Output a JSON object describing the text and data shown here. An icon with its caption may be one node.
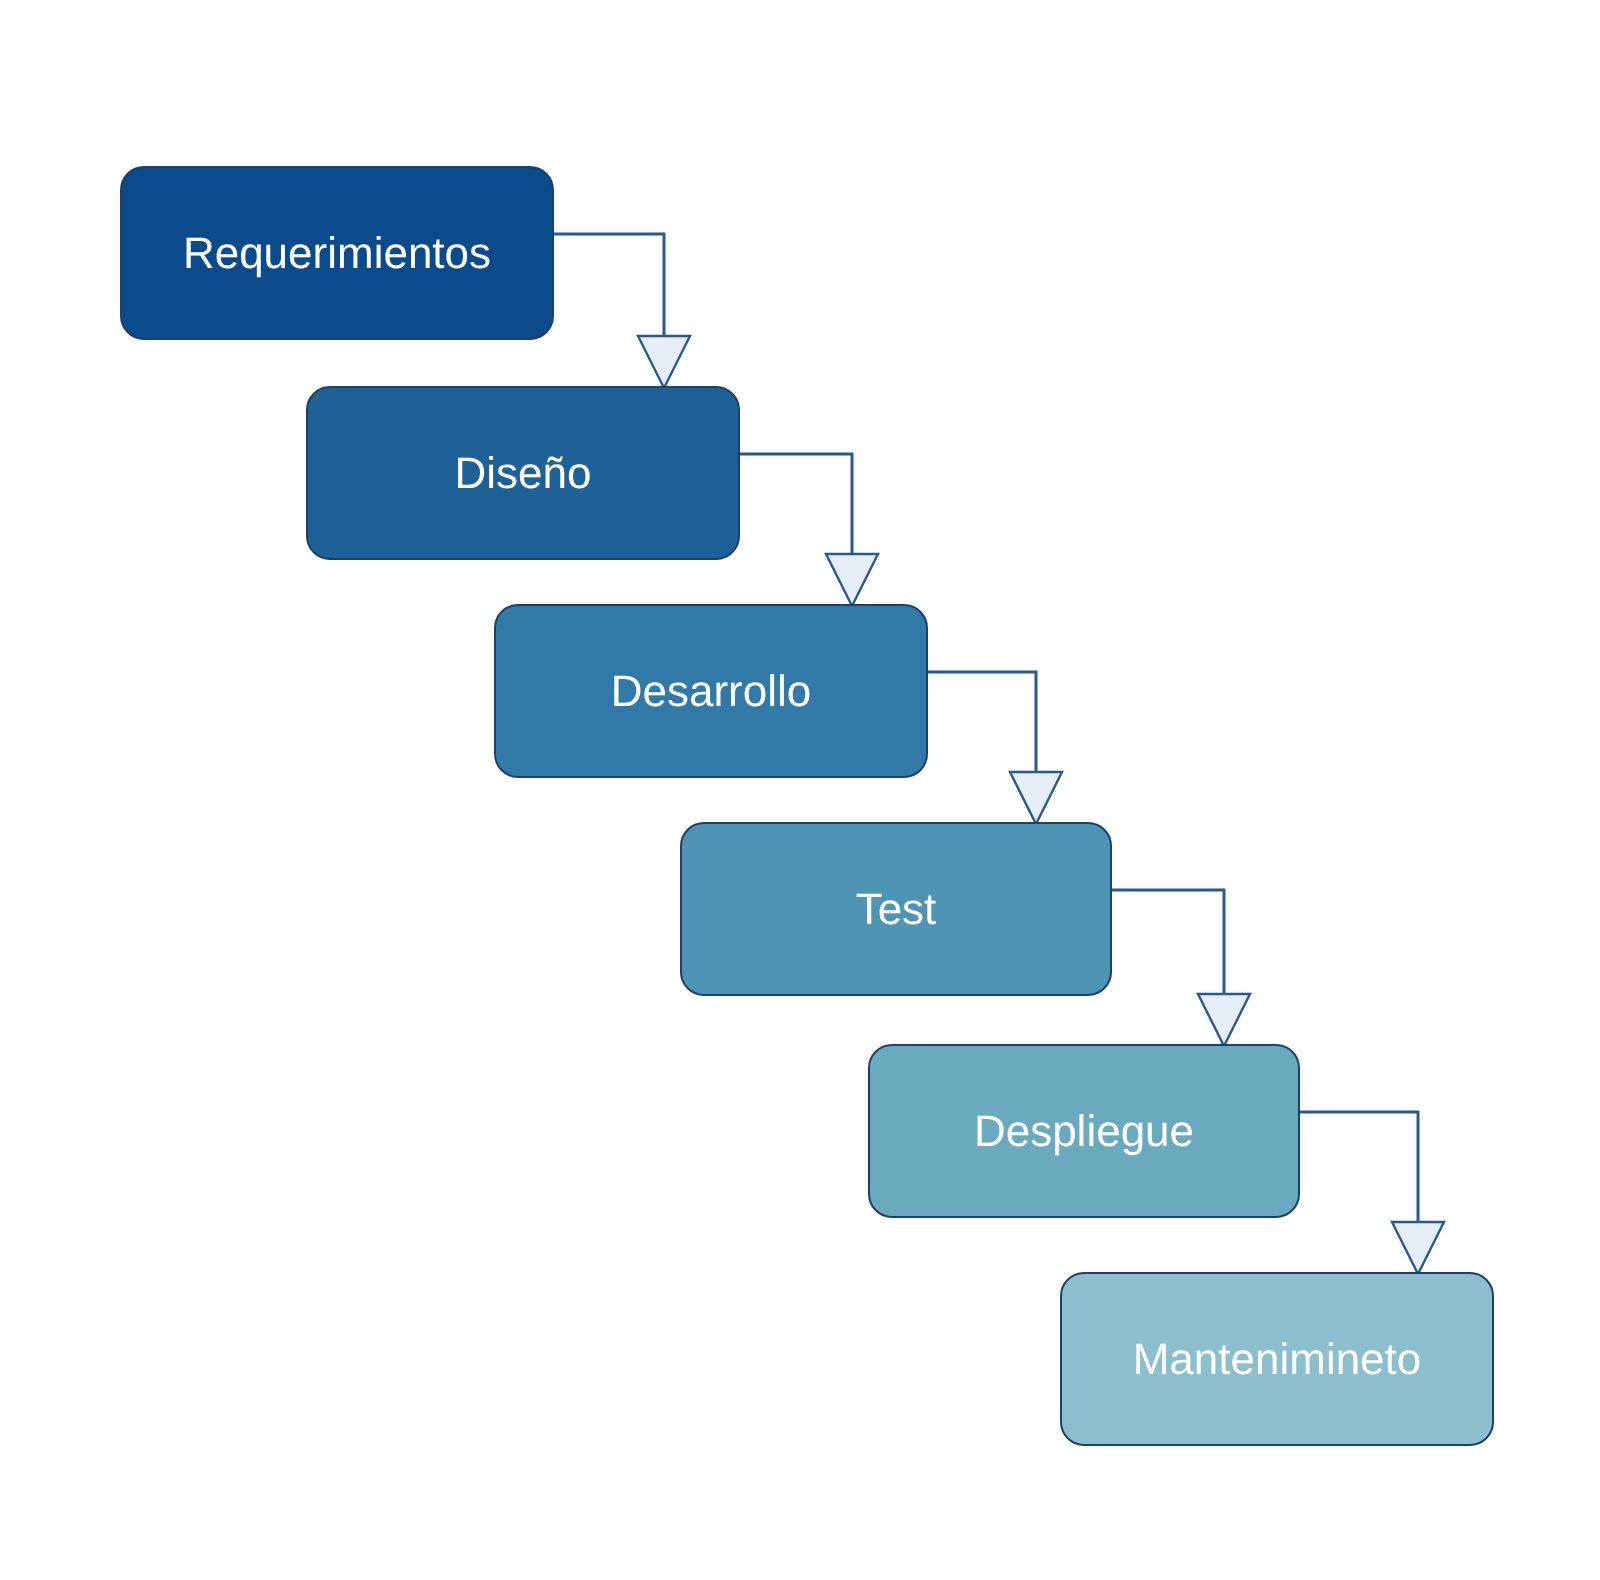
{
  "diagram": {
    "nodes": [
      {
        "text": [
          "Requerimientos"
        ]
      },
      {
        "text": [
          "Diseño"
        ]
      },
      {
        "text": [
          "Desarrollo"
        ]
      },
      {
        "text": [
          "Test"
        ]
      },
      {
        "text": [
          "Despliegue"
        ]
      },
      {
        "text": [
          "Mantenimineto"
        ]
      }
    ],
    "edges": [
      {
        "from": 0,
        "to": 1,
        "arrow": "to"
      },
      {
        "from": 1,
        "to": 2,
        "arrow": "to"
      },
      {
        "from": 2,
        "to": 3,
        "arrow": "to"
      },
      {
        "from": 3,
        "to": 4,
        "arrow": "to"
      },
      {
        "from": 4,
        "to": 5,
        "arrow": "to"
      }
    ]
  }
}
